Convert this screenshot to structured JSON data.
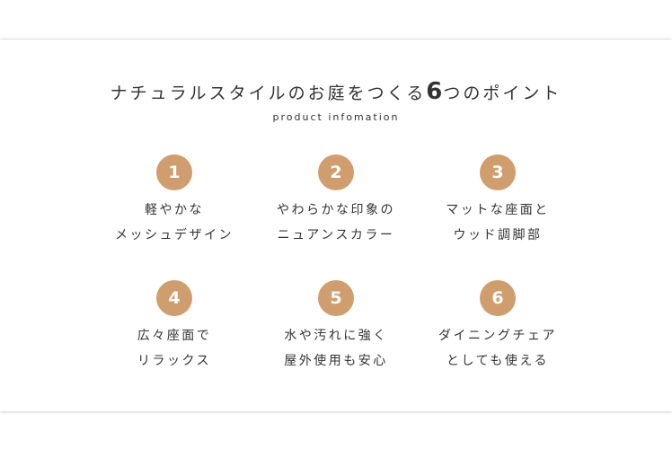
{
  "heading": {
    "prefix": "ナチュラルスタイルのお庭をつくる",
    "number": "6",
    "suffix": "つのポイント"
  },
  "subheading": "product infomation",
  "accent_color": "#d09e6e",
  "points": [
    {
      "number": "1",
      "line1": "軽やかな",
      "line2": "メッシュデザイン"
    },
    {
      "number": "2",
      "line1": "やわらかな印象の",
      "line2": "ニュアンスカラー"
    },
    {
      "number": "3",
      "line1": "マットな座面と",
      "line2": "ウッド調脚部"
    },
    {
      "number": "4",
      "line1": "広々座面で",
      "line2": "リラックス"
    },
    {
      "number": "5",
      "line1": "水や汚れに強く",
      "line2": "屋外使用も安心"
    },
    {
      "number": "6",
      "line1": "ダイニングチェア",
      "line2": "としても使える"
    }
  ]
}
